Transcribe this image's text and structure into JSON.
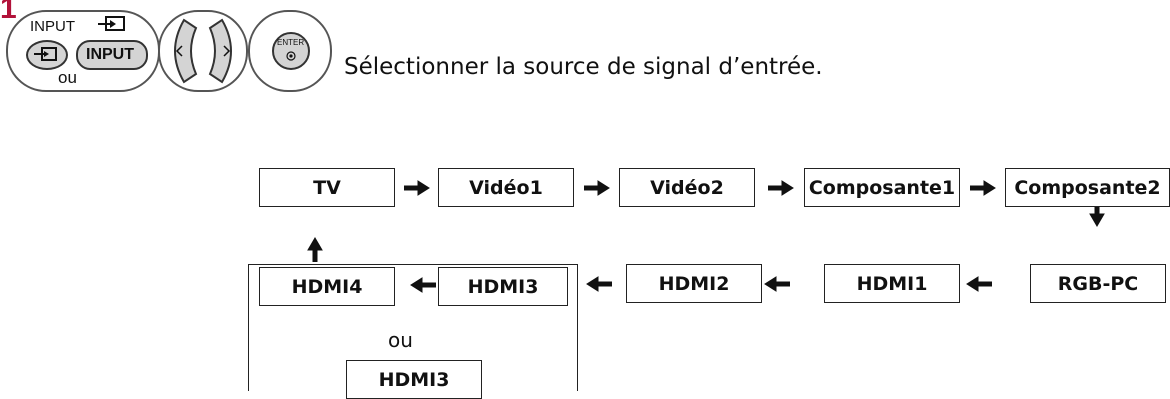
{
  "step": "1",
  "remote": {
    "input_small_label": "INPUT",
    "input_button_label": "INPUT",
    "ou_label": "ou",
    "enter_label": "ENTER"
  },
  "instruction": "Sélectionner la source de signal d’entrée.",
  "flow": {
    "top_row": [
      "TV",
      "Vidéo1",
      "Vidéo2",
      "Composante1",
      "Composante2"
    ],
    "right_node": "RGB-PC",
    "bottom_row": [
      "HDMI1",
      "HDMI2"
    ],
    "group": {
      "option_a": [
        "HDMI4",
        "HDMI3"
      ],
      "ou_label": "ou",
      "option_b": "HDMI3"
    }
  }
}
